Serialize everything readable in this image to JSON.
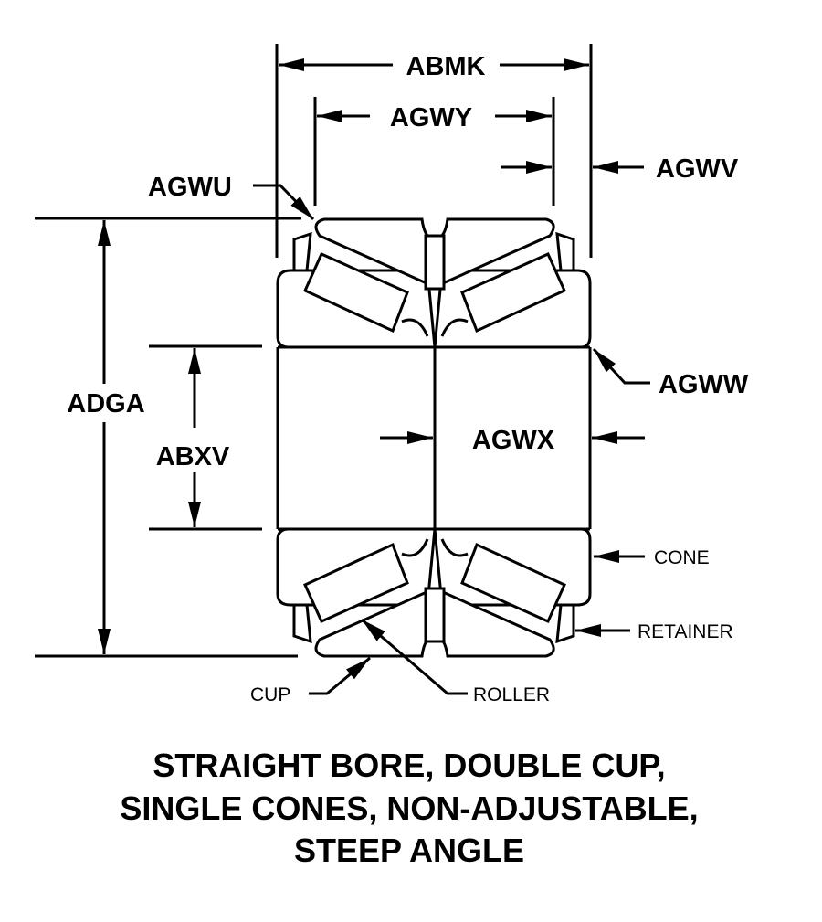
{
  "diagram": {
    "type": "technical-drawing",
    "subject": "tapered roller bearing cross-section",
    "dimensions": {
      "abmk": "ABMK",
      "agwy": "AGWY",
      "agwv": "AGWV",
      "agwu": "AGWU",
      "agww": "AGWW",
      "adga": "ADGA",
      "abxv": "ABXV",
      "agwx": "AGWX"
    },
    "parts": {
      "cone": "CONE",
      "retainer": "RETAINER",
      "cup": "CUP",
      "roller": "ROLLER"
    },
    "caption": {
      "line1": "STRAIGHT BORE, DOUBLE CUP,",
      "line2": "SINGLE CONES, NON-ADJUSTABLE,",
      "line3": "STEEP ANGLE"
    },
    "colors": {
      "ink": "#000000",
      "paper": "#ffffff"
    }
  }
}
